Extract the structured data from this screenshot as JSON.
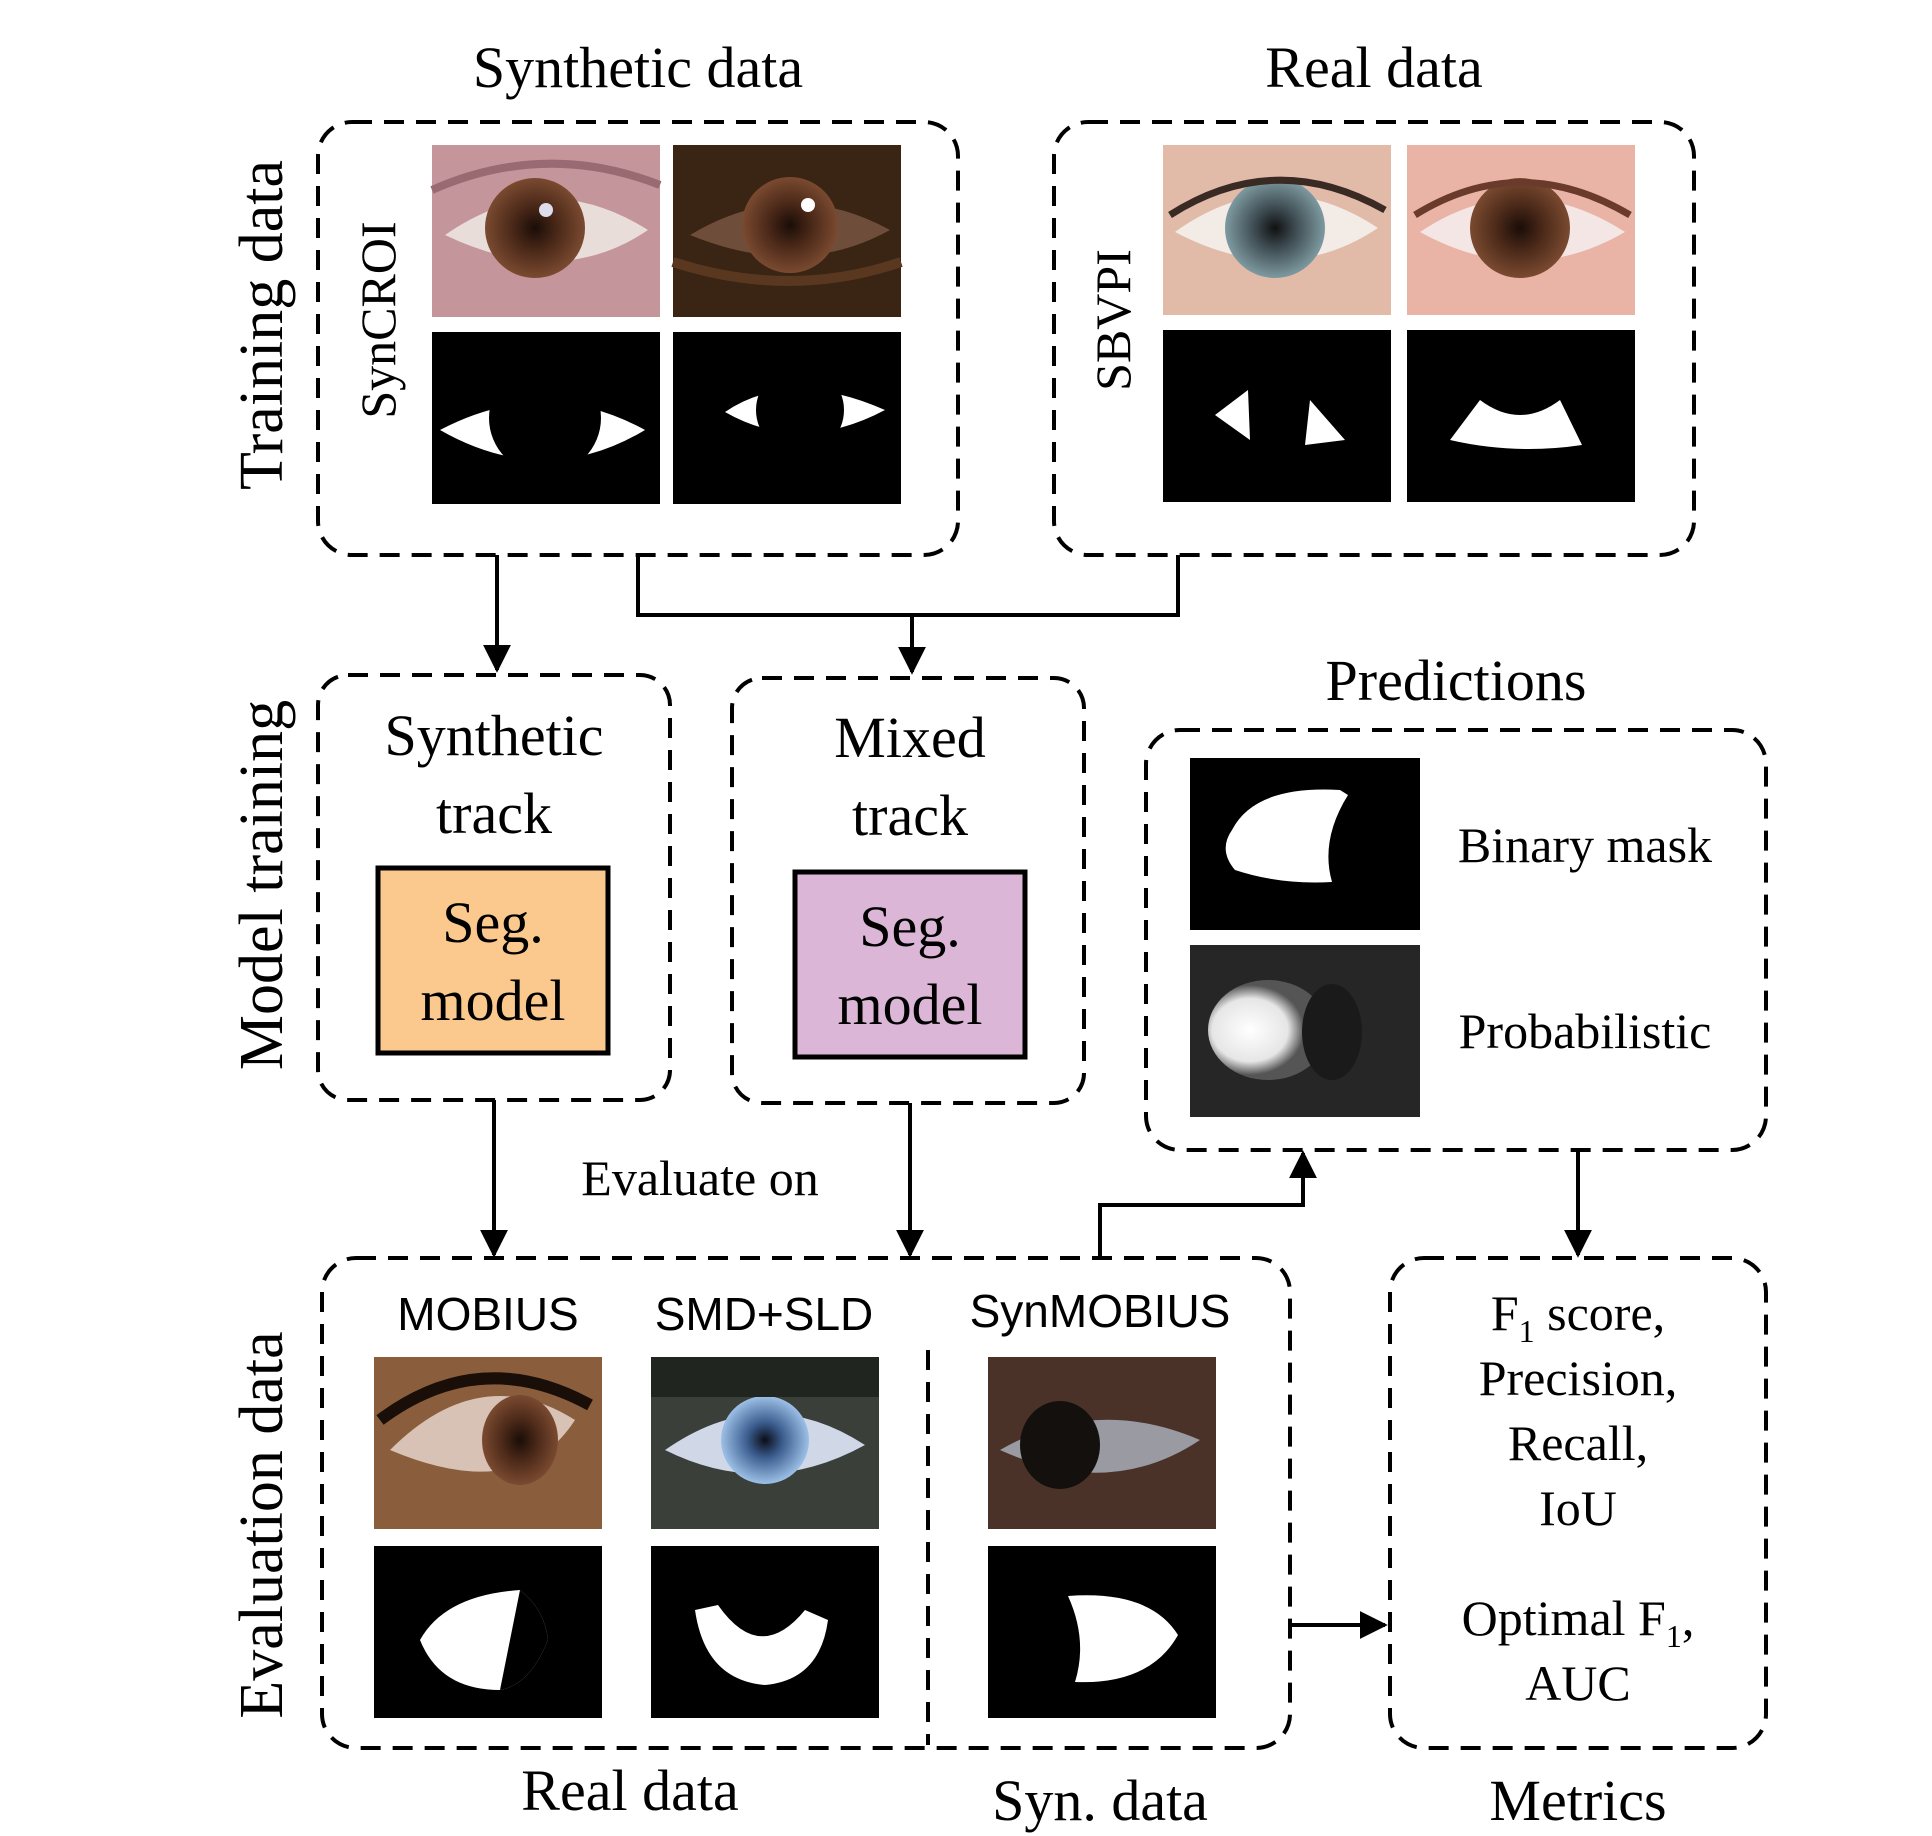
{
  "row_labels": {
    "training": "Training data",
    "model": "Model training",
    "evaluation": "Evaluation data"
  },
  "training": {
    "synthetic_title": "Synthetic data",
    "synthetic_dataset": "SynCROI",
    "real_title": "Real data",
    "real_dataset": "SBVPI"
  },
  "tracks": {
    "synthetic": {
      "line1": "Synthetic",
      "line2": "track",
      "box1": "Seg.",
      "box2": "model",
      "color": "#fbc98d"
    },
    "mixed": {
      "line1": "Mixed",
      "line2": "track",
      "box1": "Seg.",
      "box2": "model",
      "color": "#dbb6d6"
    }
  },
  "predictions": {
    "title": "Predictions",
    "binary": "Binary mask",
    "probabilistic": "Probabilistic"
  },
  "evaluate_on": "Evaluate on",
  "evaluation": {
    "mobius": "MOBIUS",
    "smd": "SMD+SLD",
    "synmobius": "SynMOBIUS",
    "real_caption": "Real data",
    "syn_caption": "Syn. data"
  },
  "metrics": {
    "f1": "F",
    "f1_sub": "1",
    "f1_rest": " score,",
    "precision": "Precision,",
    "recall": "Recall,",
    "iou": "IoU",
    "optimal": "Optimal F",
    "optimal_sub": "1",
    "optimal_rest": ",",
    "auc": "AUC",
    "caption": "Metrics"
  },
  "colors": {
    "sclera_mask": "#ffffff",
    "mask_bg": "#000000"
  }
}
